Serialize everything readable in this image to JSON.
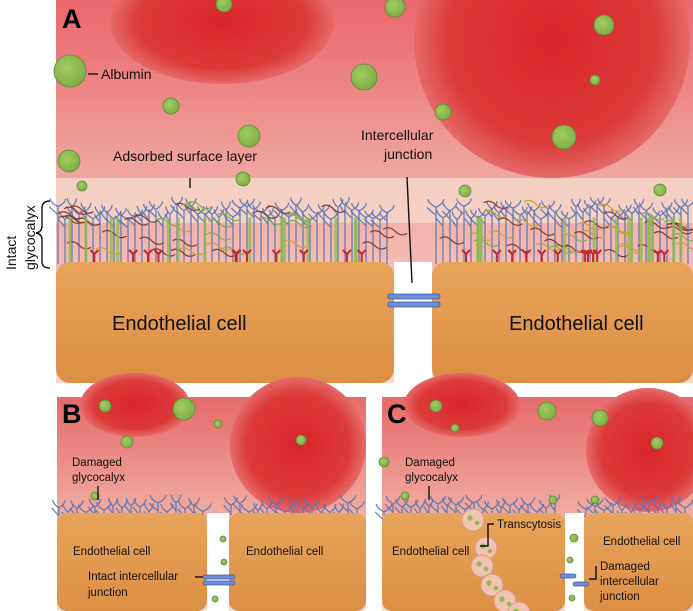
{
  "panels": {
    "A": {
      "letter": "A",
      "labels": {
        "albumin": "Albumin",
        "adsorbed_layer": "Adsorbed surface layer",
        "junction_line1": "Intercellular",
        "junction_line2": "junction",
        "glycocalyx_line1": "Intact",
        "glycocalyx_line2": "glycocalyx",
        "cell_left": "Endothelial cell",
        "cell_right": "Endothelial cell"
      }
    },
    "B": {
      "letter": "B",
      "labels": {
        "damaged_line1": "Damaged",
        "damaged_line2": "glycocalyx",
        "cell_left": "Endothelial cell",
        "cell_right": "Endothelial cell",
        "junction_line1": "Intact intercellular",
        "junction_line2": "junction"
      }
    },
    "C": {
      "letter": "C",
      "labels": {
        "damaged_line1": "Damaged",
        "damaged_line2": "glycocalyx",
        "transcytosis": "Transcytosis",
        "cell_left": "Endothelial cell",
        "cell_right": "Endothelial cell",
        "junction_line1": "Damaged",
        "junction_line2": "intercellular",
        "junction_line3": "junction"
      }
    }
  },
  "colors": {
    "plasma": "#e9a6a0",
    "red_cell": "#d3262c",
    "albumin": "#8cbc4f",
    "endothelial": "#e39a4f",
    "glycocalyx": "#5876b5",
    "junction": "#6e8fd6"
  }
}
